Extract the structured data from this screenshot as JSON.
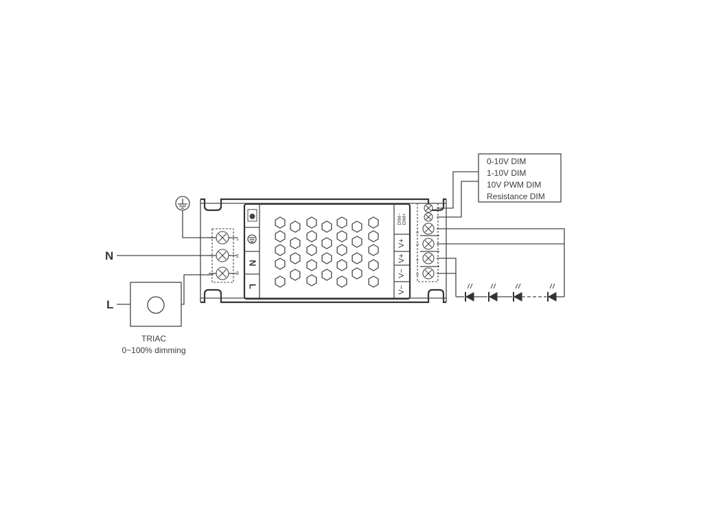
{
  "line_labels": {
    "neutral": "N",
    "live": "L"
  },
  "triac": {
    "line1": "TRIAC",
    "line2": "0~100% dimming"
  },
  "driver": {
    "input_labels": [
      "N",
      "L"
    ],
    "output_labels": [
      "V+",
      "V+",
      "V−",
      "V−"
    ],
    "dim_label_top": "DIM+",
    "dim_label_bottom": "DIM−"
  },
  "dimming_options": [
    "0-10V DIM",
    "1-10V DIM",
    "10V PWM DIM",
    "Resistance DIM"
  ],
  "terminal_numbers": {
    "input": [
      "1",
      "2",
      "3"
    ],
    "output": [
      "6",
      "5",
      "4",
      "3"
    ]
  }
}
